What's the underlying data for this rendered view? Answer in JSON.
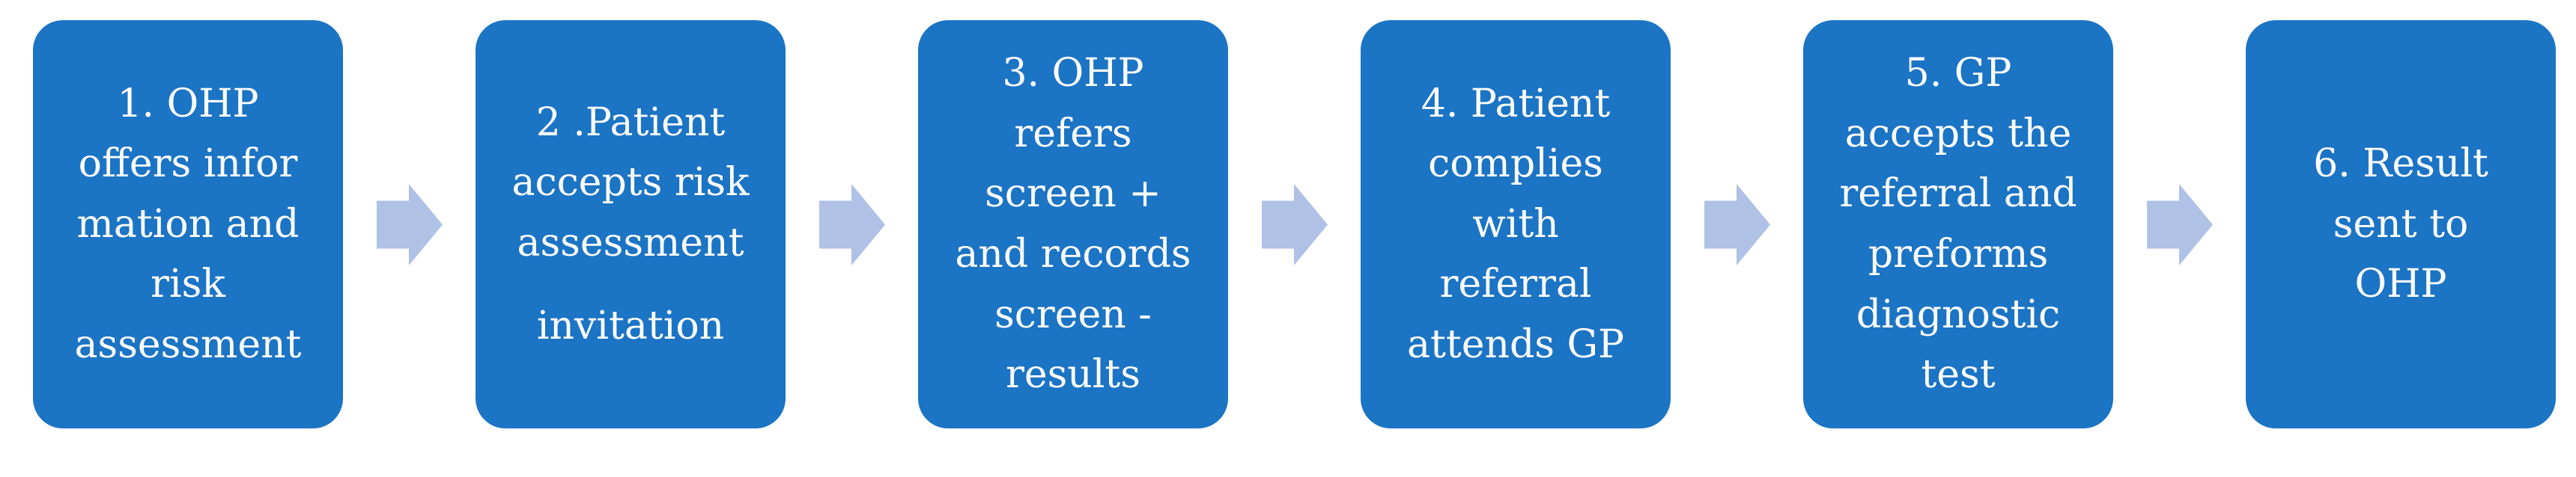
{
  "diagram": {
    "type": "process-flow",
    "direction": "left-to-right",
    "colors": {
      "box_fill": "#1B74C4",
      "arrow_fill": "#AFC1E5",
      "text": "#FFFFFF",
      "background": "#FFFFFF"
    },
    "connector_icon": "right-block-arrow",
    "steps": [
      {
        "id": 1,
        "text": "1. OHP\noffers infor\nmation and\nrisk\nassessment"
      },
      {
        "id": 2,
        "text": "2 .Patient\naccepts risk\nassessment",
        "text2": "invitation"
      },
      {
        "id": 3,
        "text": "3. OHP\nrefers\nscreen +\nand records\nscreen -\nresults"
      },
      {
        "id": 4,
        "text": "4. Patient\ncomplies\nwith\nreferral\nattends GP"
      },
      {
        "id": 5,
        "text": "5. GP\naccepts the\nreferral and\npreforms\ndiagnostic\ntest"
      },
      {
        "id": 6,
        "text": "6. Result\nsent to\nOHP"
      }
    ]
  }
}
